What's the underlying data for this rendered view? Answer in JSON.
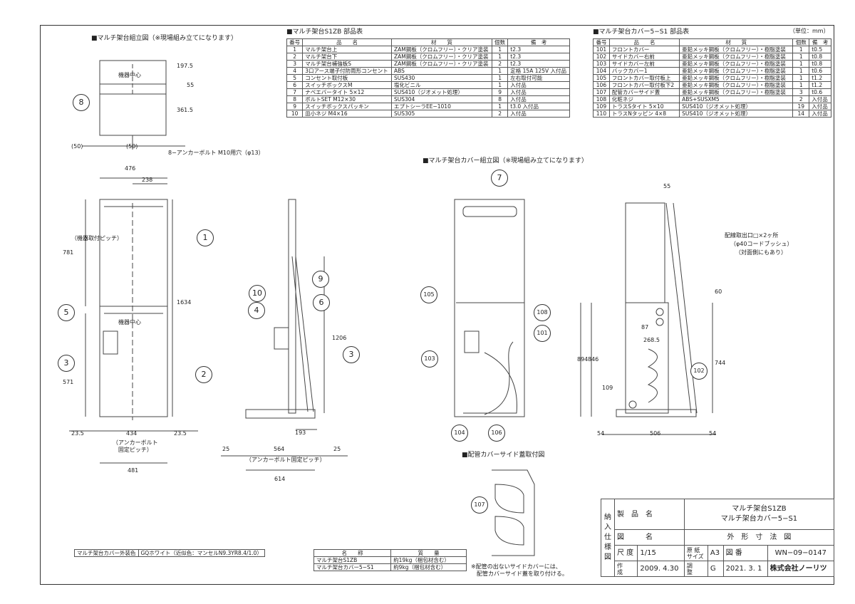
{
  "titles": {
    "assembly_frame": "■マルチ架台組立図（※現場組み立てになります）",
    "parts_frame": "■マルチ架台S1ZB 部品表",
    "parts_cover": "■マルチ架台カバー5−S1 部品表",
    "unit": "（単位：mm）",
    "assembly_cover": "■マルチ架台カバー組立図（※現場組み立てになります）",
    "side_lid": "■配管カバーサイド蓋取付図"
  },
  "headers_frame": [
    "番号",
    "品　　名",
    "材　　質",
    "個数",
    "備　考"
  ],
  "parts_frame": [
    [
      "1",
      "マルチ架台上",
      "ZAM鋼板（クロムフリー）・クリア塗装",
      "1",
      "t2.3"
    ],
    [
      "2",
      "マルチ架台下",
      "ZAM鋼板（クロムフリー）・クリア塗装",
      "1",
      "t2.3"
    ],
    [
      "3",
      "マルチ架台補強板S",
      "ZAM鋼板（クロムフリー）・クリア塗装",
      "2",
      "t2.3"
    ],
    [
      "4",
      "3口アース端子付防雨形コンセント",
      "ABS",
      "1",
      "定格 15A 125V 入付品"
    ],
    [
      "5",
      "コンセント取付板",
      "SUS430",
      "1",
      "左右取付可能"
    ],
    [
      "6",
      "スイッチボックスM",
      "塩化ビニル",
      "1",
      "入付品"
    ],
    [
      "7",
      "ナベエバータイト 5×12",
      "SUS410（ジオメット処理）",
      "9",
      "入付品"
    ],
    [
      "8",
      "ボルトSET M12×30",
      "SUS304",
      "8",
      "入付品"
    ],
    [
      "9",
      "スイッチボックスパッキン",
      "エプトシーラEE−1010",
      "1",
      "t3.0 入付品"
    ],
    [
      "10",
      "皿小ネジ M4×16",
      "SUS305",
      "2",
      "入付品"
    ]
  ],
  "headers_cover": [
    "番号",
    "品　　名",
    "材　　質",
    "個数",
    "備　考"
  ],
  "parts_cover": [
    [
      "101",
      "フロントカバー",
      "亜鉛メッキ鋼板（クロムフリー）・樹脂塗装",
      "1",
      "t0.5"
    ],
    [
      "102",
      "サイドカバー右前",
      "亜鉛メッキ鋼板（クロムフリー）・樹脂塗装",
      "1",
      "t0.8"
    ],
    [
      "103",
      "サイドカバー左前",
      "亜鉛メッキ鋼板（クロムフリー）・樹脂塗装",
      "1",
      "t0.8"
    ],
    [
      "104",
      "バックカバー1",
      "亜鉛メッキ鋼板（クロムフリー）・樹脂塗装",
      "1",
      "t0.6"
    ],
    [
      "105",
      "フロントカバー取付板上",
      "亜鉛メッキ鋼板（クロムフリー）・樹脂塗装",
      "1",
      "t1.2"
    ],
    [
      "106",
      "フロントカバー取付板下2",
      "亜鉛メッキ鋼板（クロムフリー）・樹脂塗装",
      "1",
      "t1.2"
    ],
    [
      "107",
      "配管カバーサイド蓋",
      "亜鉛メッキ鋼板（クロムフリー）・樹脂塗装",
      "3",
      "t0.6"
    ],
    [
      "108",
      "化粧ネジ",
      "ABS+SUSXM5",
      "2",
      "入付品"
    ],
    [
      "109",
      "トラスSタイト 5×10",
      "SUS410（ジオメット処理）",
      "19",
      "入付品"
    ],
    [
      "110",
      "トラスNタッピン 4×8",
      "SUS410（ジオメット処理）",
      "14",
      "入付品"
    ]
  ],
  "dims": {
    "d50a": "(50)",
    "d50b": "(50)",
    "anchor": "8−アンカーボルト M10用穴（φ13）",
    "d1975": "197.5",
    "d55": "55",
    "d3615": "361.5",
    "center1": "機器中心",
    "center2": "機器中心",
    "w476": "476",
    "w238": "238",
    "h781": "781",
    "h781b": "（機器取付ピッチ）",
    "h1634": "1634",
    "h571": "571",
    "w235a": "23.5",
    "w434": "434",
    "w235b": "23.5",
    "anchor_pitch": "（アンカーボルト\n固定ピッチ）",
    "w481": "481",
    "h1206": "1206",
    "w193": "193",
    "w25a": "25",
    "w564": "564",
    "w25b": "25",
    "anchor_pitch2": "（アンカーボルト固定ピッチ）",
    "w614": "614",
    "w55": "55",
    "h60": "60",
    "w87": "87",
    "w2685": "268.5",
    "h894": "894",
    "h846": "846",
    "h744": "744",
    "h109": "109",
    "w54a": "54",
    "w506": "506",
    "w54b": "54",
    "outlet1": "配線取出口□×2ヶ所",
    "outlet2": "（φ40コードブッシュ）",
    "outlet3": "（対面側にもあり）"
  },
  "balloons": [
    "8",
    "1",
    "5",
    "3",
    "2",
    "10",
    "4",
    "9",
    "6",
    "3",
    "7",
    "105",
    "108",
    "101",
    "103",
    "104",
    "106",
    "102",
    "107"
  ],
  "color_note": {
    "label": "マルチ架台カバー外装色",
    "value": "GQホワイト（近似色：マンセルN9.3YR8.4/1.0）"
  },
  "weights": {
    "header": [
      "名　　称",
      "質　　量"
    ],
    "rows": [
      [
        "マルチ架台S1ZB",
        "約19kg（梱包材含む）"
      ],
      [
        "マルチ架台カバー5−S1",
        "約9kg（梱包材含む）"
      ]
    ]
  },
  "note": "※配管の出ないサイドカバーには、\n　配管カバーサイド蓋を取り付ける。",
  "title_block": {
    "side": [
      "納",
      "入",
      "仕",
      "様",
      "図"
    ],
    "product_label": "製　品　名",
    "product1": "マルチ架台S1ZB",
    "product2": "マルチ架台カバー5−S1",
    "drawing_label": "図　　　名",
    "drawing": "外　形　寸　法　図",
    "scale_label": "尺 度",
    "scale": "1/15",
    "paper_label": "原 紙\nサイズ",
    "paper": "A3",
    "num_label": "図 番",
    "num": "WN−09−0147",
    "created_label": "作\n成",
    "created": "2009. 4.30",
    "rev_label": "調\n整",
    "rev_mark": "G",
    "rev": "2021. 3. 1",
    "company": "株式会社ノーリツ"
  }
}
